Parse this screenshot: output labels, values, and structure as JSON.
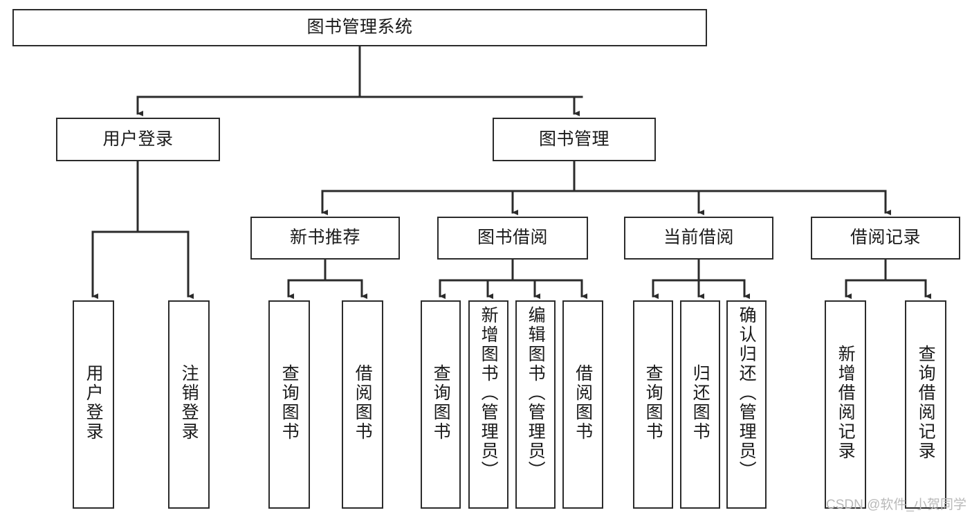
{
  "diagram": {
    "title": "图书管理系统",
    "type": "function-structure-tree",
    "line_color": "#2b2b2b",
    "box_fill": "#ffffff",
    "text_color": "#1a1a1a",
    "watermark": "CSDN @软件_小贺同学",
    "watermark_color": "#b9b9b9"
  },
  "nodes": {
    "root": {
      "label": "图书管理系统"
    },
    "level2": [
      {
        "label": "用户登录"
      },
      {
        "label": "图书管理"
      }
    ],
    "level3": [
      {
        "label": "新书推荐"
      },
      {
        "label": "图书借阅"
      },
      {
        "label": "当前借阅"
      },
      {
        "label": "借阅记录"
      }
    ],
    "leaves": {
      "user_login": [
        {
          "label": "用户登录"
        },
        {
          "label": "注销登录"
        }
      ],
      "new_book_recommend": [
        {
          "label": "查询图书"
        },
        {
          "label": "借阅图书"
        }
      ],
      "book_borrow": [
        {
          "label": "查询图书"
        },
        {
          "label": "新增图书（管理员）"
        },
        {
          "label": "编辑图书（管理员）"
        },
        {
          "label": "借阅图书"
        }
      ],
      "current_borrow": [
        {
          "label": "查询图书"
        },
        {
          "label": "归还图书"
        },
        {
          "label": "确认归还（管理员）"
        }
      ],
      "borrow_record": [
        {
          "label": "新增借阅记录"
        },
        {
          "label": "查询借阅记录"
        }
      ]
    }
  }
}
